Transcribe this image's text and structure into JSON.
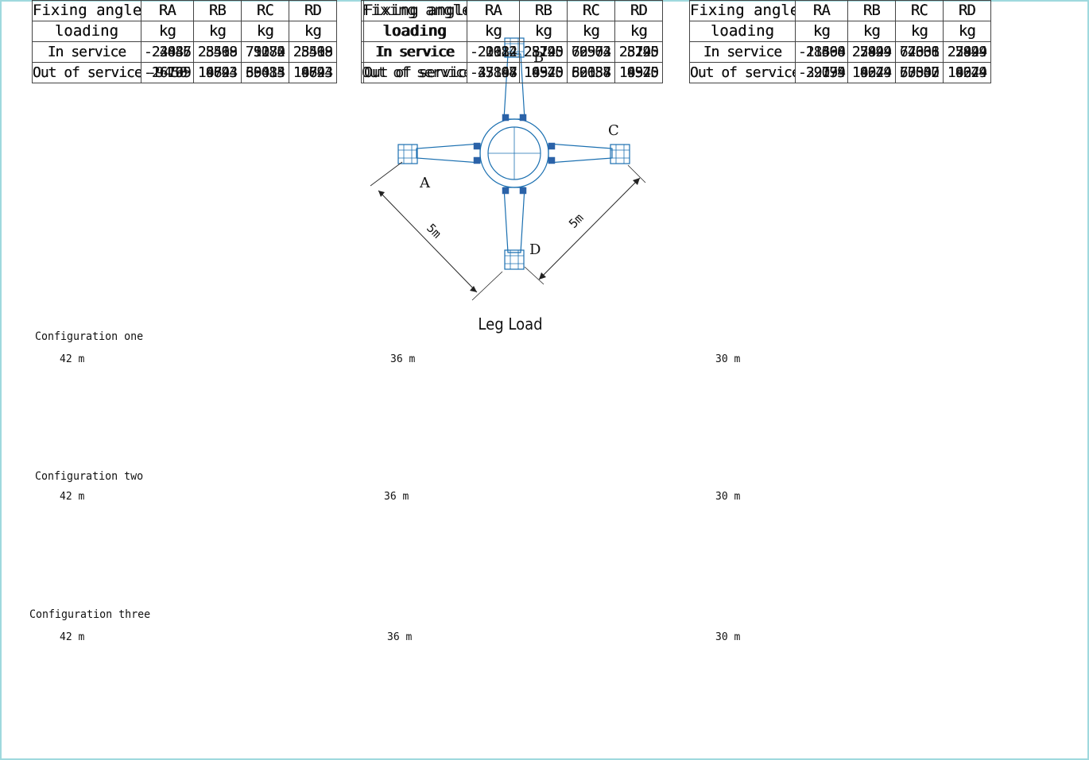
{
  "diagram": {
    "title": "Leg Load",
    "legs": [
      "A",
      "B",
      "C",
      "D"
    ],
    "dimension_labels": [
      "5m",
      "5m"
    ],
    "line_color": "#1a6fb0",
    "bolt_color": "#2b62a8"
  },
  "table_headers": {
    "col0_top": "Fixing angle",
    "col0_bottom": "loading",
    "columns": [
      "RA",
      "RB",
      "RC",
      "RD"
    ],
    "unit": "kg"
  },
  "configurations": [
    {
      "title": "Configuration one",
      "tables": [
        {
          "height": "42 m",
          "rows": [
            {
              "label": "In service",
              "values": [
                "-22435",
                "28418",
                "79270",
                "28418"
              ]
            },
            {
              "label": "Out of service",
              "values": [
                "-26199",
                "19643",
                "65484",
                "19643"
              ]
            }
          ]
        },
        {
          "height": "36 m",
          "rows": [
            {
              "label": "In service",
              "values": [
                "-20612",
                "28145",
                "76902",
                "28145"
              ]
            },
            {
              "label": "Out of service",
              "values": [
                "-43897",
                "19370",
                "82637",
                "19370"
              ]
            }
          ]
        },
        {
          "height": "30 m",
          "rows": [
            {
              "label": "In service",
              "values": [
                "-18368",
                "27849",
                "74066",
                "27849"
              ]
            },
            {
              "label": "Out of service",
              "values": [
                "-39194",
                "19074",
                "77342",
                "19074"
              ]
            }
          ]
        }
      ]
    },
    {
      "title": "Configuration two",
      "tables": [
        {
          "height": "42 m",
          "rows": [
            {
              "label": "In service",
              "values": [
                "-23886",
                "25599",
                "75084",
                "25599"
              ]
            },
            {
              "label": "Out of service",
              "values": [
                "-16765",
                "16824",
                "50413",
                "16824"
              ]
            }
          ]
        },
        {
          "height": "36 m",
          "rows": [
            {
              "label": "In service",
              "values": [
                "-21124",
                "25720",
                "72564",
                "25720"
              ]
            },
            {
              "label": "Out of service",
              "values": [
                "-35164",
                "16945",
                "69054",
                "16945"
              ]
            }
          ]
        },
        {
          "height": "30 m",
          "rows": [
            {
              "label": "In service",
              "values": [
                "-21490",
                "25424",
                "72338",
                "25424"
              ]
            },
            {
              "label": "Out of service",
              "values": [
                "-29739",
                "16649",
                "63037",
                "16649"
              ]
            }
          ]
        }
      ]
    },
    {
      "title": "Configuration three",
      "tables": [
        {
          "height": "42 m",
          "rows": [
            {
              "label": "In service",
              "values": [
                "-24047",
                "23568",
                "71182",
                "23568"
              ]
            },
            {
              "label": "Out of service",
              "values": [
                "-9450",
                "14793",
                "39035",
                "14793"
              ]
            }
          ]
        },
        {
          "height": "36 m",
          "rows": [
            {
              "label": "In service",
              "values": [
                "-22982",
                "23295",
                "69573",
                "23295"
              ]
            },
            {
              "label": "Out of service",
              "values": [
                "-27148",
                "14520",
                "56188",
                "14520"
              ]
            }
          ]
        },
        {
          "height": "30 m",
          "rows": [
            {
              "label": "In service",
              "values": [
                "-21604",
                "22999",
                "67601",
                "22999"
              ]
            },
            {
              "label": "Out of service",
              "values": [
                "-22075",
                "14224",
                "50500",
                "14224"
              ]
            }
          ]
        }
      ]
    }
  ]
}
